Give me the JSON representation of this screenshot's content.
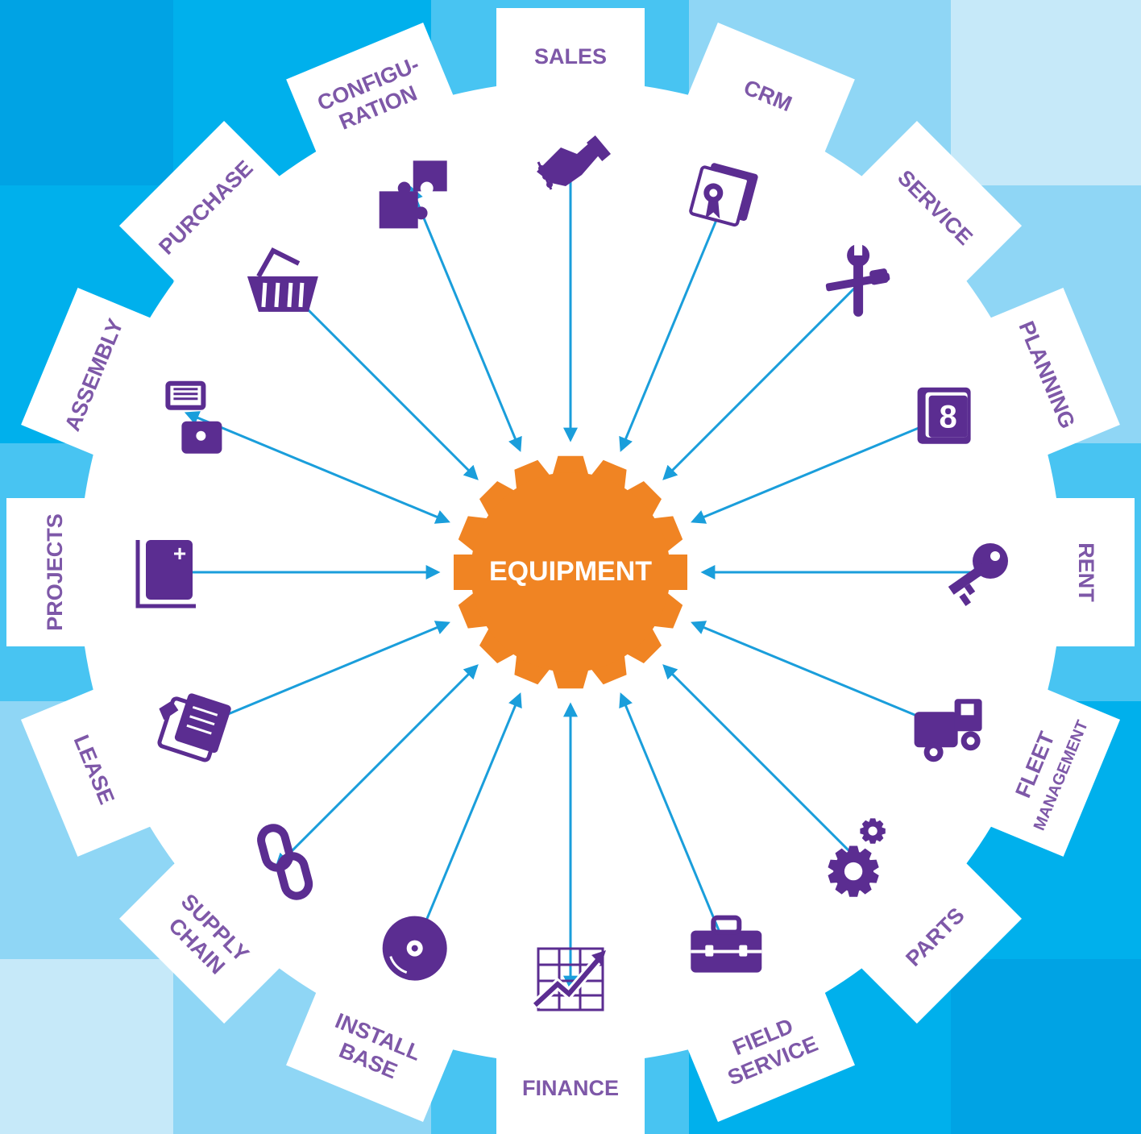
{
  "hub": {
    "label": "EQUIPMENT"
  },
  "colors": {
    "hub": "#f08423",
    "icon": "#5b2d91",
    "label": "#7e58a8",
    "arrow": "#1a9edb",
    "card": "#ffffff",
    "bg_dark": "#00b0ec",
    "bg_mid": "#48c4f2",
    "bg_light": "#8fd6f5",
    "bg_pale": "#c6e9f9"
  },
  "modules": [
    {
      "id": "sales",
      "lines": [
        "SALES"
      ],
      "icon": "handshake-icon"
    },
    {
      "id": "crm",
      "lines": [
        "CRM"
      ],
      "icon": "id-cards-icon"
    },
    {
      "id": "service",
      "lines": [
        "SERVICE"
      ],
      "icon": "wrench-screwdriver-icon"
    },
    {
      "id": "planning",
      "lines": [
        "PLANNING"
      ],
      "icon": "planner-book-icon"
    },
    {
      "id": "rent",
      "lines": [
        "RENT"
      ],
      "icon": "key-icon"
    },
    {
      "id": "fleet",
      "lines": [
        "FLEET",
        "MANAGEMENT"
      ],
      "icon": "truck-icon"
    },
    {
      "id": "parts",
      "lines": [
        "PARTS"
      ],
      "icon": "gears-icon"
    },
    {
      "id": "field-service",
      "lines": [
        "FIELD",
        "SERVICE"
      ],
      "icon": "toolbox-icon"
    },
    {
      "id": "finance",
      "lines": [
        "FINANCE"
      ],
      "icon": "growth-chart-icon"
    },
    {
      "id": "install-base",
      "lines": [
        "INSTALL",
        "BASE"
      ],
      "icon": "disc-icon"
    },
    {
      "id": "supply-chain",
      "lines": [
        "SUPPLY",
        "CHAIN"
      ],
      "icon": "chain-link-icon"
    },
    {
      "id": "lease",
      "lines": [
        "LEASE"
      ],
      "icon": "contract-pen-icon"
    },
    {
      "id": "projects",
      "lines": [
        "PROJECTS"
      ],
      "icon": "folder-plus-icon"
    },
    {
      "id": "assembly",
      "lines": [
        "ASSEMBLY"
      ],
      "icon": "assembly-parts-icon"
    },
    {
      "id": "purchase",
      "lines": [
        "PURCHASE"
      ],
      "icon": "basket-icon"
    },
    {
      "id": "configuration",
      "lines": [
        "CONFIGU-",
        "RATION"
      ],
      "icon": "puzzle-icon"
    }
  ]
}
